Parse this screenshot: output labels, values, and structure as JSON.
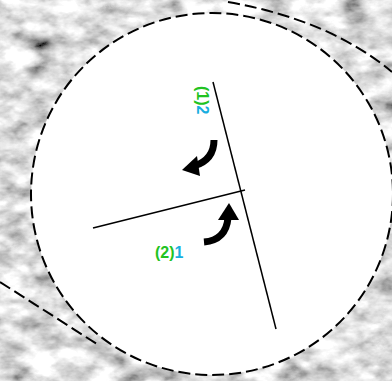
{
  "diagram": {
    "labels": [
      "(1)",
      "2",
      "(2)",
      "1"
    ]
  }
}
